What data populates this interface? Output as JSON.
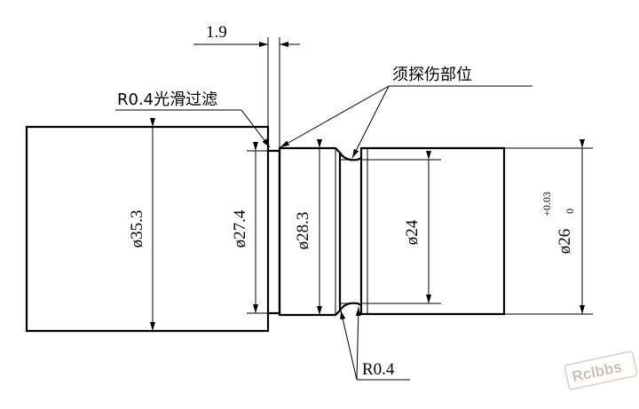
{
  "dimensions": {
    "step_offset": "1.9",
    "fillet_note": "R0.4光滑过滤",
    "flaw_note": "须探伤部位",
    "groove_radius": "R0.4",
    "d1": "ø35.3",
    "d2": "ø27.4",
    "d3": "ø28.3",
    "d4": "ø24",
    "d5_base": "ø26",
    "d5_tol_upper": "+0.03",
    "d5_tol_lower": "0"
  },
  "watermark": {
    "text": "Rclbbs",
    "color": "#c9c2b8"
  },
  "colors": {
    "line": "#000000",
    "background": "#ffffff"
  }
}
